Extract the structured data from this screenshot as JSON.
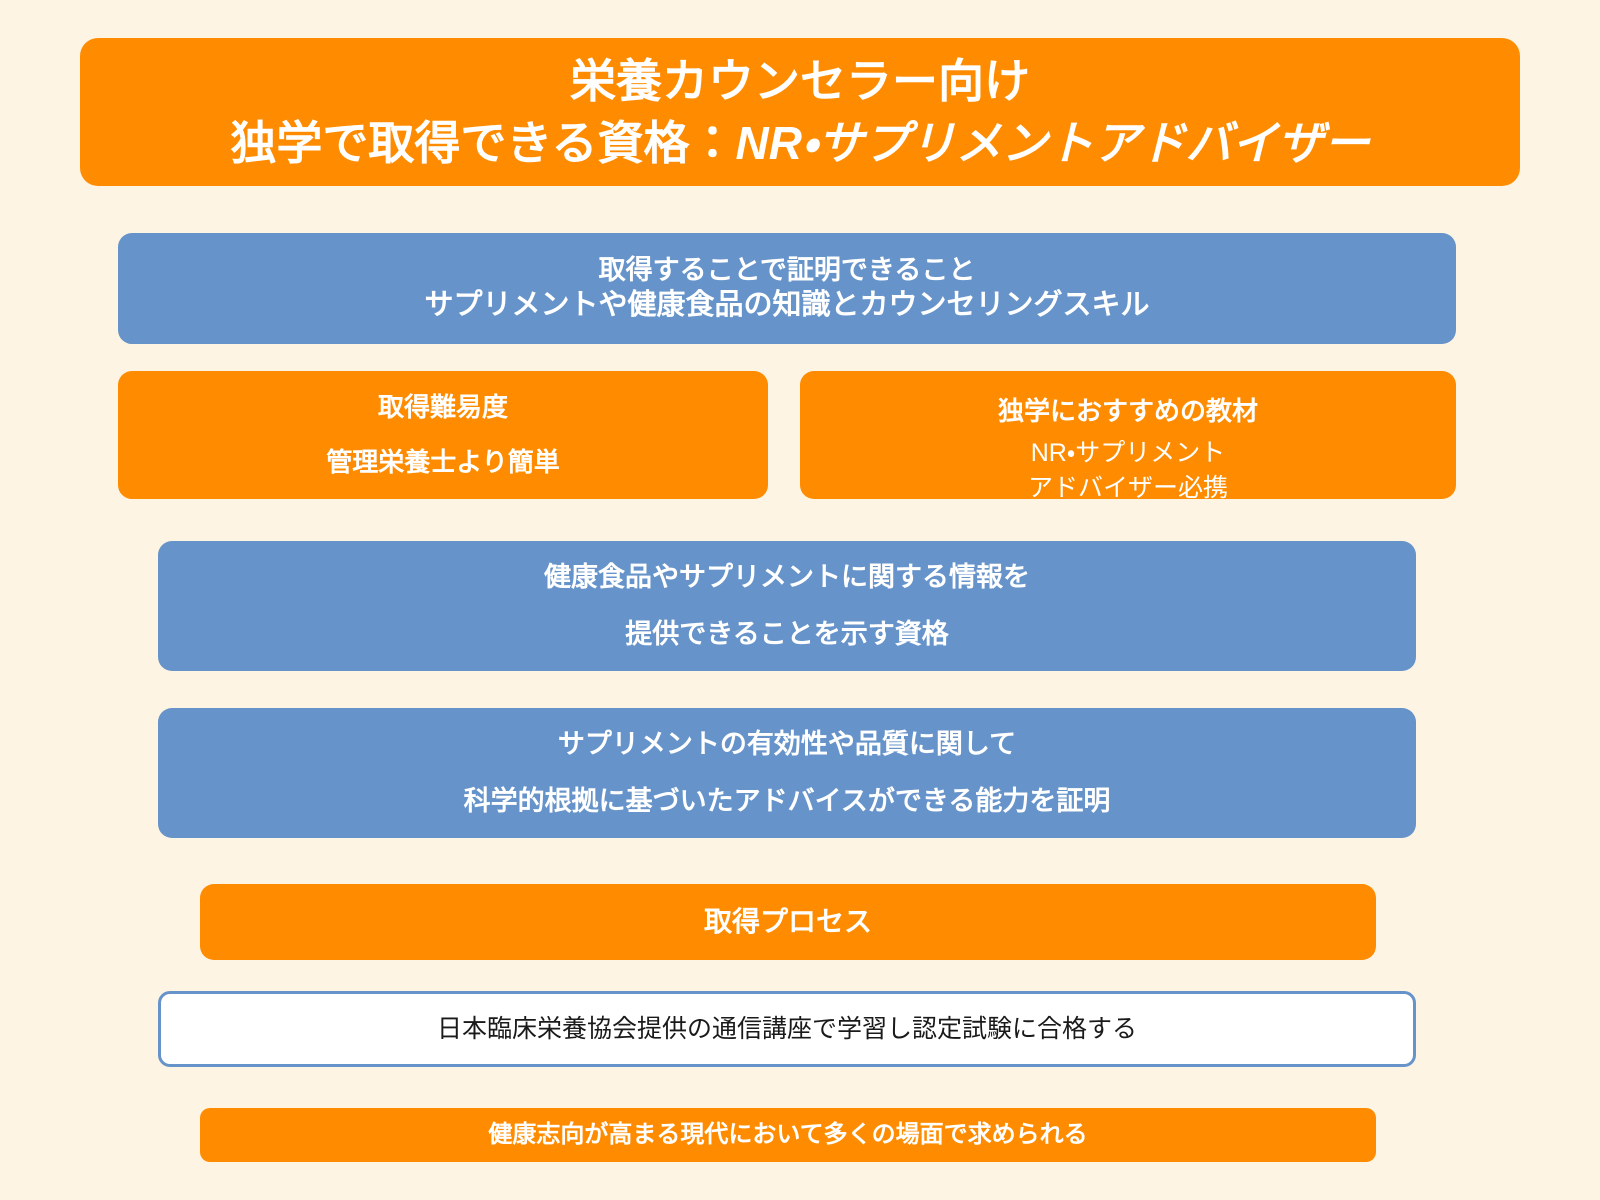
{
  "page": {
    "background_color": "#fdf4e3",
    "accent_orange": "#ff8c00",
    "accent_blue": "#6693c9",
    "text_on_accent": "#ffffff"
  },
  "title": {
    "line1": "栄養カウンセラー向け",
    "line2_prefix": "独学で取得できる資格：",
    "line2_emphasis": "NR・サプリメントアドバイザー"
  },
  "proof": {
    "headline": "取得することで証明できること",
    "detail": "サプリメントや健康食品の知識とカウンセリングスキル"
  },
  "difficulty": {
    "headline": "取得難易度",
    "detail": "管理栄養士より簡単"
  },
  "material": {
    "headline": "独学におすすめの教材",
    "detail": "NR・サプリメント\nアドバイザー必携"
  },
  "info": {
    "line1": "健康食品やサプリメントに関する情報を",
    "line2": "提供できることを示す資格"
  },
  "evidence": {
    "line1": "サプリメントの有効性や品質に関して",
    "line2": "科学的根拠に基づいたアドバイスができる能力を証明"
  },
  "process": {
    "headline": "取得プロセス",
    "step": "日本臨床栄養協会提供の通信講座で学習し認定試験に合格する"
  },
  "demand": {
    "text": "健康志向が高まる現代において多くの場面で求められる"
  }
}
